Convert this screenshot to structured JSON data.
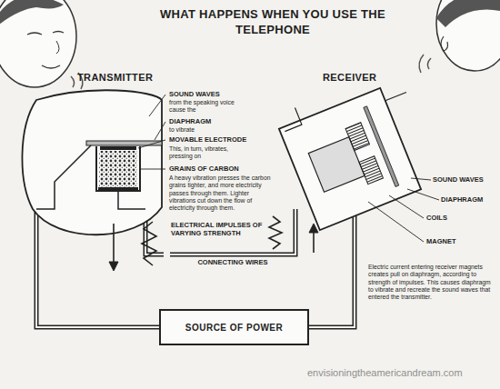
{
  "diagram": {
    "title": "WHAT HAPPENS WHEN YOU USE THE TELEPHONE",
    "nodes": [
      {
        "text": [
          "TRANSMITTER"
        ]
      },
      {
        "text": [
          "RECEIVER"
        ]
      },
      {
        "text": [
          "SOURCE OF POWER"
        ]
      }
    ],
    "edges": [
      {
        "from": 0,
        "to": 1,
        "label": "CONNECTING WIRES",
        "arrow": "none"
      },
      {
        "from": 0,
        "to": 2,
        "arrow": "none"
      },
      {
        "from": 2,
        "to": 1,
        "arrow": "none"
      }
    ],
    "labels": [
      "SOUND WAVES",
      "from the speaking voice cause the",
      "DIAPHRAGM",
      "to vibrate",
      "MOVABLE ELECTRODE",
      "This, in turn, vibrates, pressing on",
      "GRAINS OF CARBON",
      "A heavy vibration presses the carbon grains tighter, and more electricity passes through them. Lighter vibrations cut down the flow of electricity through them.",
      "ELECTRICAL IMPULSES OF VARYING STRENGTH",
      "SOUND WAVES",
      "DIAPHRAGM",
      "COILS",
      "MAGNET",
      "Electric current entering receiver magnets creates pull on diaphragm, according to strength of impulses. This causes diaphragm to vibrate and recreate the sound waves that entered the transmitter.",
      "envisioningtheamericandream.com"
    ]
  }
}
